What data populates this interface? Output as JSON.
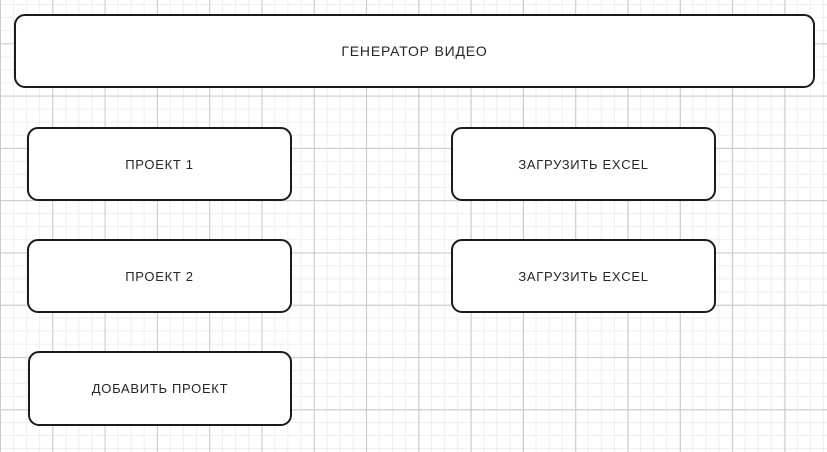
{
  "app": {
    "header": {
      "title": "ГЕНЕРАТОР ВИДЕО"
    },
    "colors": {
      "border": "#1b1b1b",
      "text": "#262626",
      "surface": "#ffffff",
      "grid_minor": "#eeeeee",
      "grid_major": "#c9c9c9"
    },
    "rows": [
      {
        "project_label": "ПРОЕКТ 1",
        "upload_label": "ЗАГРУЗИТЬ EXCEL"
      },
      {
        "project_label": "ПРОЕКТ 2",
        "upload_label": "ЗАГРУЗИТЬ EXCEL"
      }
    ],
    "actions": {
      "add_project_label": "ДОБАВИТЬ ПРОЕКТ"
    }
  }
}
